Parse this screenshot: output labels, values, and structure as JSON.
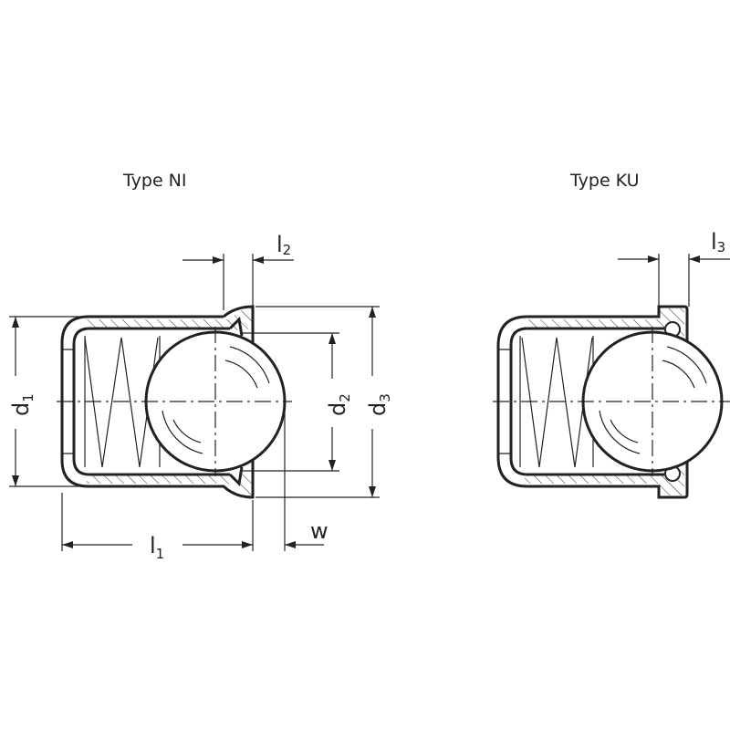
{
  "titles": {
    "type_ni": "Type  NI",
    "type_ku": "Type KU"
  },
  "dimensions": {
    "d1": {
      "main": "d",
      "sub": "1"
    },
    "d2": {
      "main": "d",
      "sub": "2"
    },
    "d3": {
      "main": "d",
      "sub": "3"
    },
    "l1": {
      "main": "l",
      "sub": "1"
    },
    "l2": {
      "main": "l",
      "sub": "2"
    },
    "l3": {
      "main": "l",
      "sub": "3"
    },
    "w": "w"
  }
}
